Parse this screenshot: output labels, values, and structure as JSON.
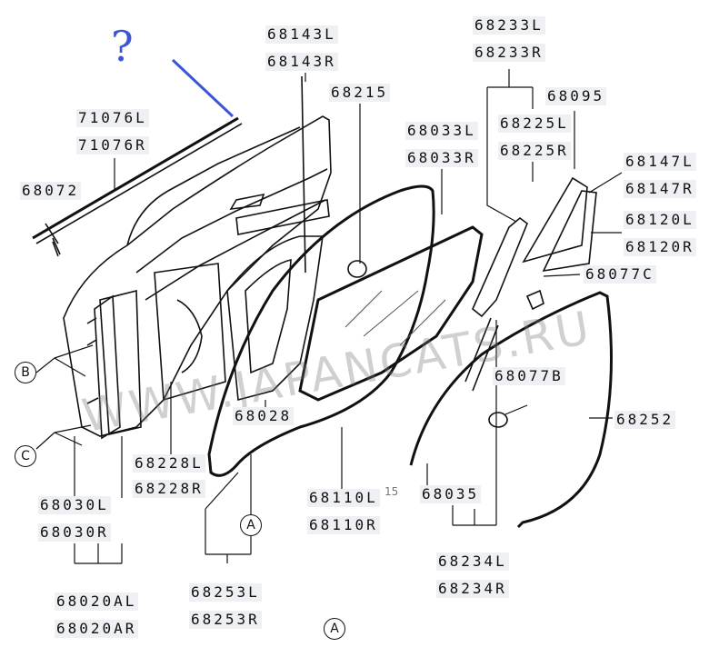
{
  "annotation": {
    "question_mark": "?",
    "pointer_color": "#3a55d6"
  },
  "labels": {
    "p71076L": "71076L",
    "p71076R": "71076R",
    "p68072": "68072",
    "p68143L": "68143L",
    "p68143R": "68143R",
    "p68215": "68215",
    "p68033L": "68033L",
    "p68033R": "68033R",
    "p68233L": "68233L",
    "p68233R": "68233R",
    "p68095": "68095",
    "p68225L": "68225L",
    "p68225R": "68225R",
    "p68147L": "68147L",
    "p68147R": "68147R",
    "p68120L": "68120L",
    "p68120R": "68120R",
    "p68077C": "68077C",
    "p68077B": "68077B",
    "p68252": "68252",
    "p68028": "68028",
    "p68228L": "68228L",
    "p68228R": "68228R",
    "p68110L": "68110L",
    "p68110R": "68110R",
    "p68035": "68035",
    "p68030L": "68030L",
    "p68030R": "68030R",
    "p68020AL": "68020AL",
    "p68020AR": "68020AR",
    "p68253L": "68253L",
    "p68253R": "68253R",
    "p68234L": "68234L",
    "p68234R": "68234R"
  },
  "callouts": {
    "b": "B",
    "c": "C",
    "a_inline": "A",
    "a_bottom": "A"
  },
  "watermark": {
    "text": "WWW.JAPANCATS.RU",
    "small": "15"
  }
}
